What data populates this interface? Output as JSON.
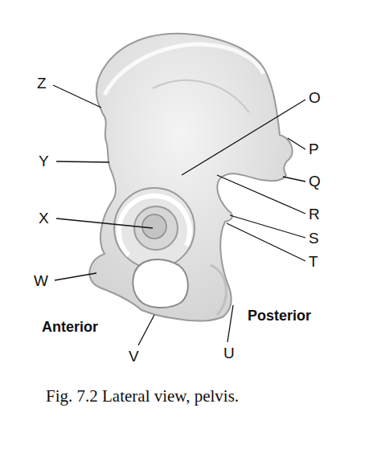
{
  "diagram": {
    "caption": "Fig. 7.2 Lateral view, pelvis.",
    "labels": [
      "Z",
      "Y",
      "X",
      "W",
      "V",
      "U",
      "T",
      "S",
      "R",
      "Q",
      "P",
      "O",
      "Anterior",
      "Posterior"
    ]
  }
}
